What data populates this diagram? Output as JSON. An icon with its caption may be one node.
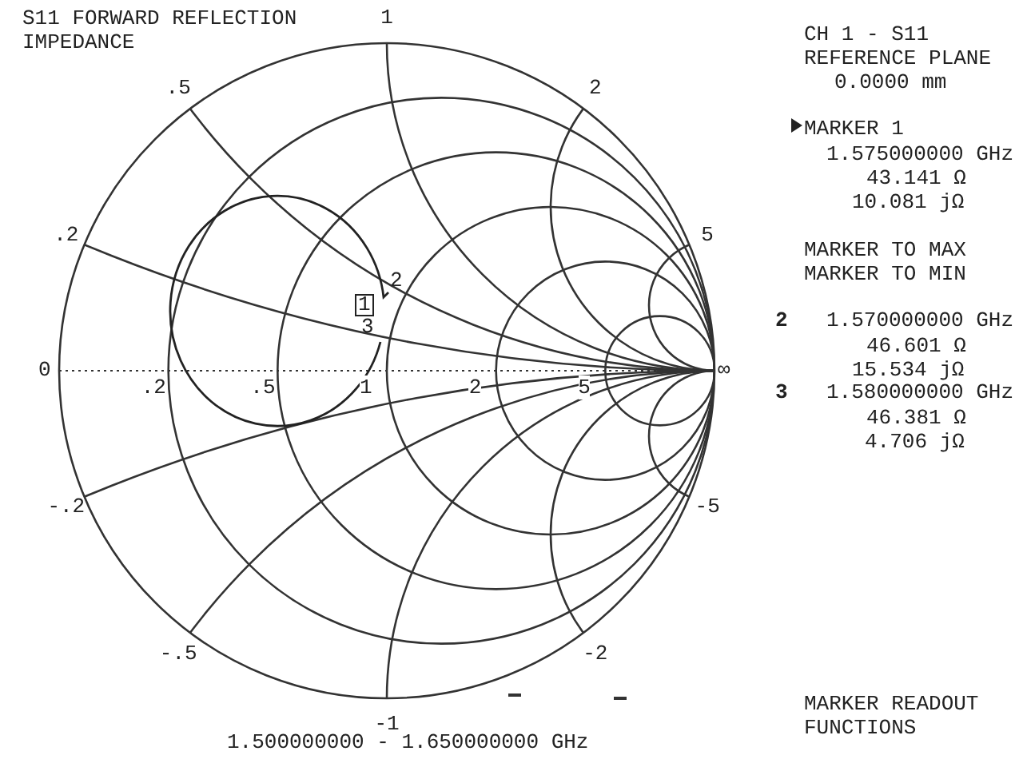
{
  "diagram": {
    "title": "S11 FORWARD REFLECTION IMPEDANCE",
    "caption": "1.500000000 - 1.650000000 GHz",
    "labels": [
      "1",
      ".5",
      "2",
      ".2",
      "5",
      "0",
      ".2",
      ".5",
      "1",
      "2",
      "5",
      "∞",
      "-.2",
      "-5",
      "-.5",
      "-2",
      "-1",
      "2",
      "1",
      "3",
      "CH 1 - S11",
      "REFERENCE PLANE",
      "0.0000 mm",
      "MARKER 1",
      "1.575000000 GHz",
      "43.141 Ω",
      "10.081 jΩ",
      "MARKER TO MAX",
      "MARKER TO MIN",
      "2",
      "1.570000000 GHz",
      "46.601 Ω",
      "15.534 jΩ",
      "3",
      "1.580000000 GHz",
      "46.381 Ω",
      "4.706 jΩ",
      "MARKER READOUT FUNCTIONS"
    ]
  }
}
